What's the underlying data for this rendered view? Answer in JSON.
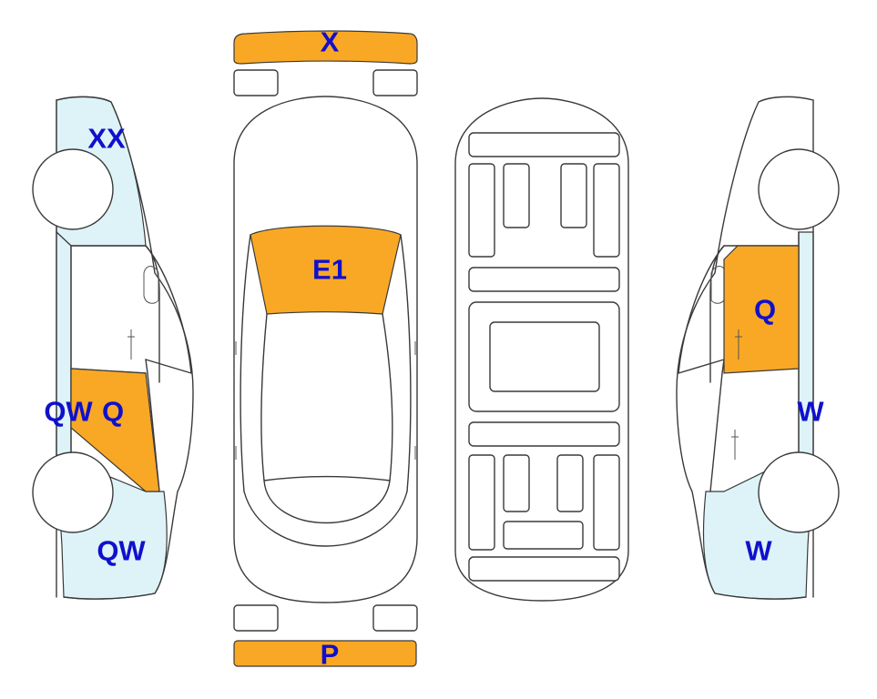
{
  "colors": {
    "damage": "#F9A825",
    "light_damage": "#DDF3F8",
    "label": "#1010CC",
    "outline": "#3A3A3A"
  },
  "labels": {
    "front_bumper": "X",
    "rear_bumper": "P",
    "hood": "E1",
    "left_front_fender": "XX",
    "left_door_left": "QW",
    "left_door_right": "Q",
    "left_rear_quarter": "QW",
    "right_door": "Q",
    "right_sill": "W",
    "right_rear_quarter": "W"
  }
}
